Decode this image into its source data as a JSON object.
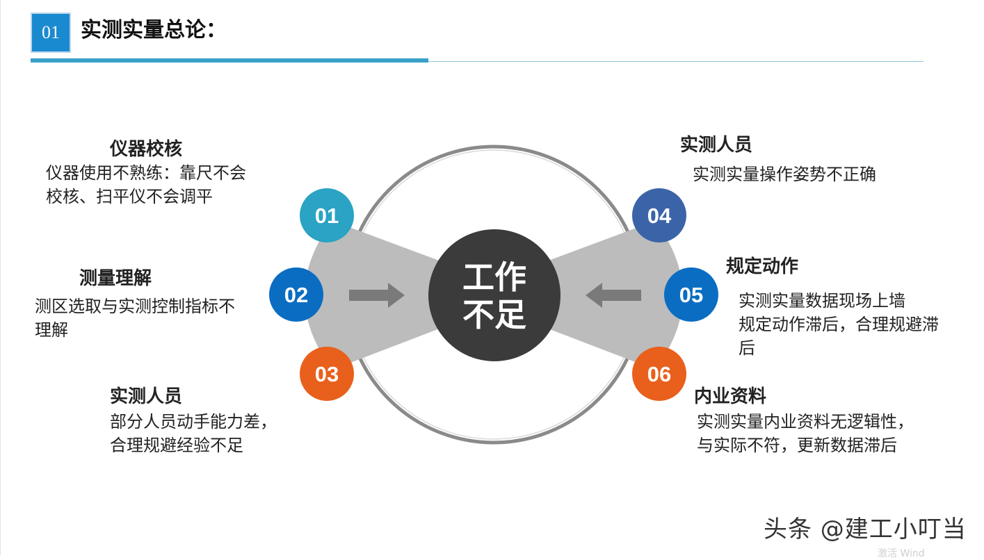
{
  "header": {
    "badge_number": "01",
    "title": "实测实量总论："
  },
  "center": {
    "line1": "工作",
    "line2": "不足"
  },
  "nodes": [
    {
      "num": "01",
      "title": "仪器校核",
      "desc_lines": [
        "仪器使用不熟练：靠尺不会",
        "校核、扫平仪不会调平"
      ],
      "color": "#2aa3c4"
    },
    {
      "num": "02",
      "title": "测量理解",
      "desc_lines": [
        "测区选取与实测控制指标不",
        "理解"
      ],
      "color": "#0a6dc2"
    },
    {
      "num": "03",
      "title": "实测人员",
      "desc_lines": [
        "部分人员动手能力差，",
        "合理规避经验不足"
      ],
      "color": "#e8601c"
    },
    {
      "num": "04",
      "title": "实测人员",
      "desc_lines": [
        "实测实量操作姿势不正确"
      ],
      "color": "#3b64a8"
    },
    {
      "num": "05",
      "title": "规定动作",
      "desc_lines": [
        "实测实量数据现场上墙",
        "规定动作滞后，合理规避滞",
        "后"
      ],
      "color": "#0a6dc2"
    },
    {
      "num": "06",
      "title": "内业资料",
      "desc_lines": [
        "实测实量内业资料无逻辑性，",
        "与实际不符，更新数据滞后"
      ],
      "color": "#e8601c"
    }
  ],
  "watermark": "头条 @建工小叮当",
  "watermark_faint": "激活 Wind"
}
